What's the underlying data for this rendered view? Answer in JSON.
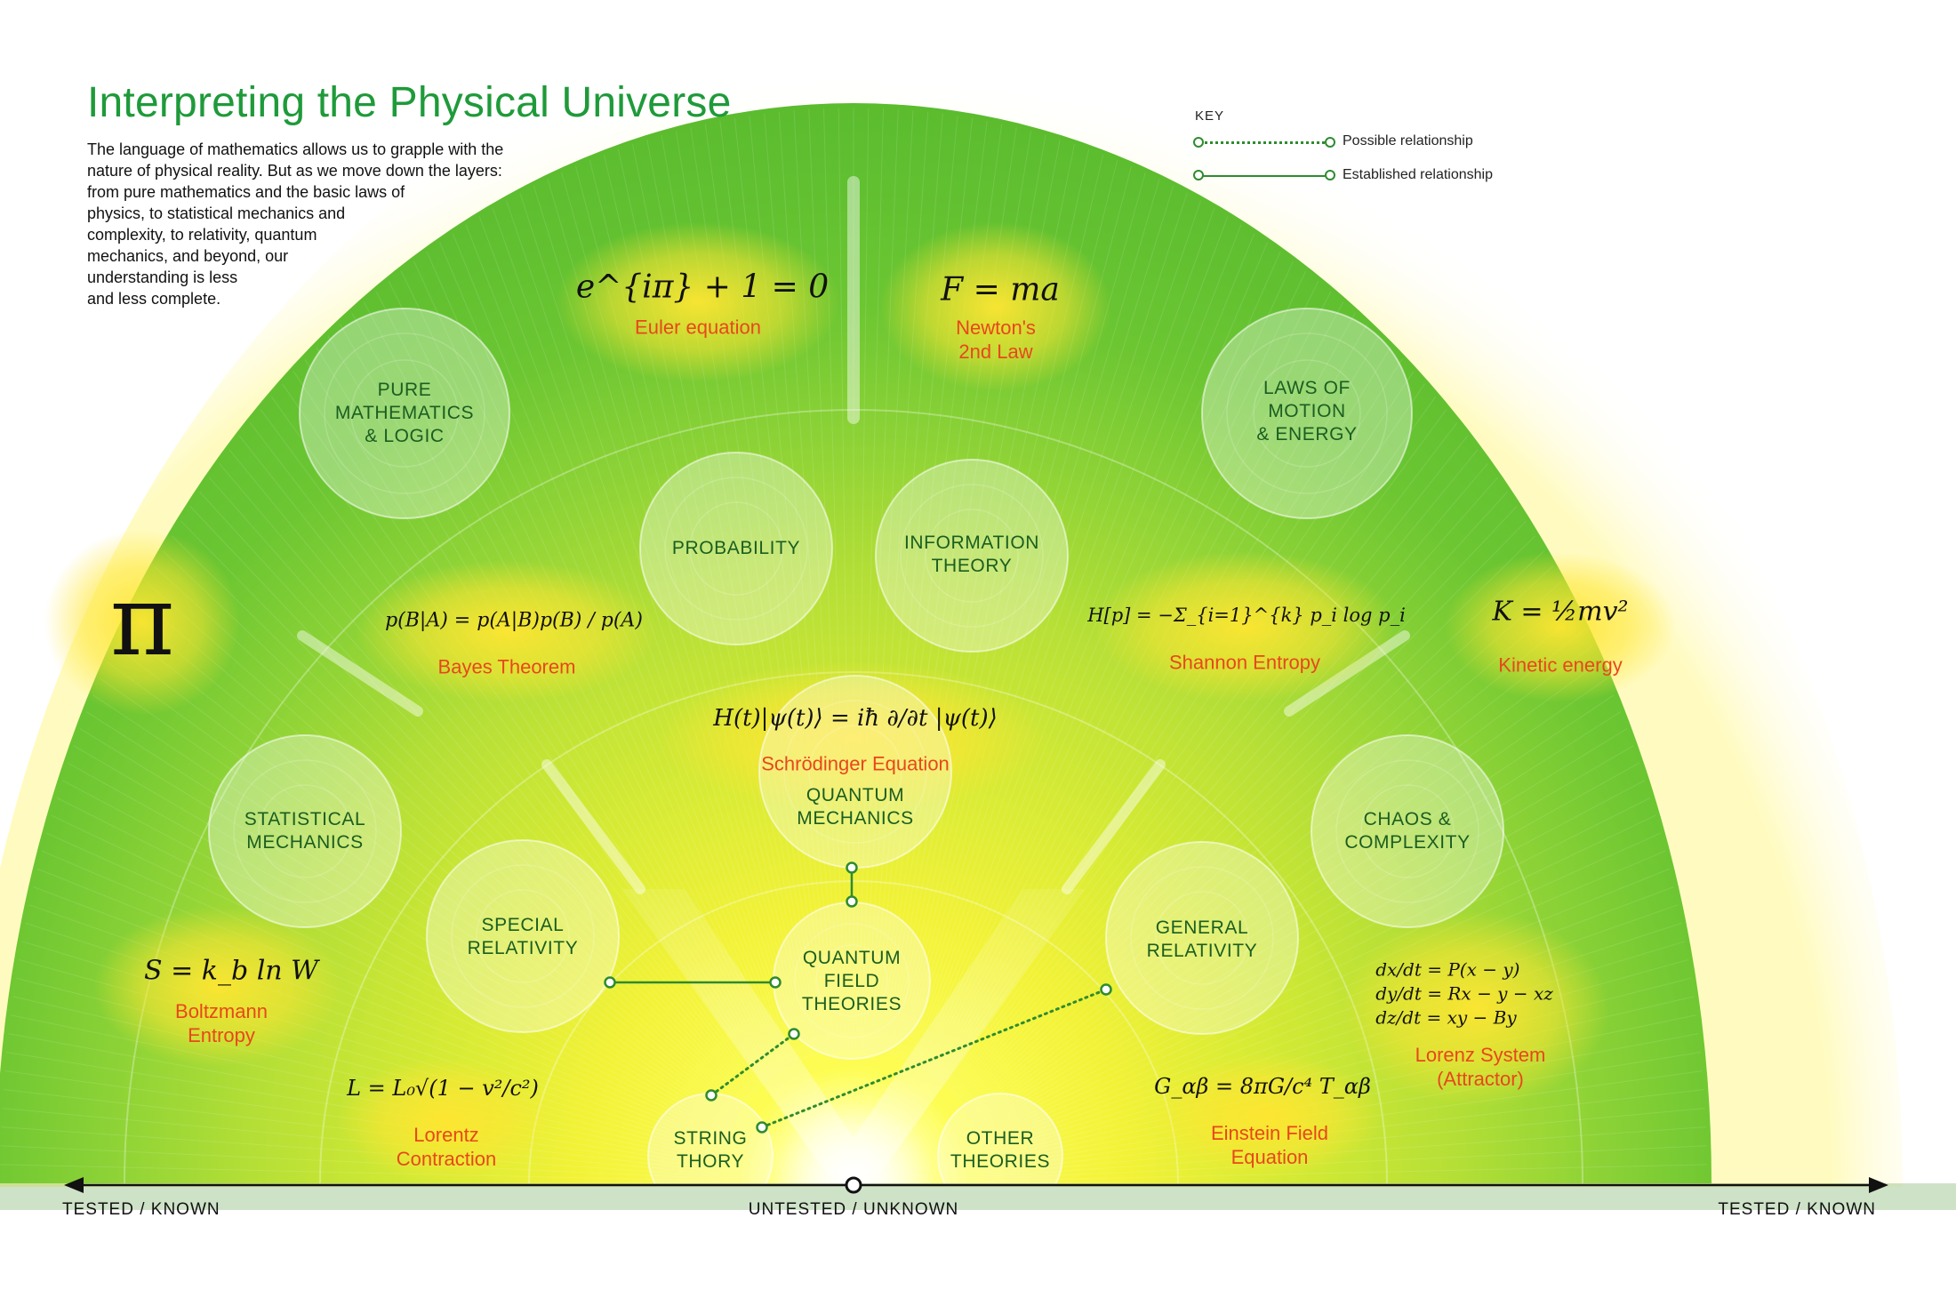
{
  "title": "Interpreting the Physical Universe",
  "intro_lines": [
    "The language of mathematics allows us to grapple with the",
    "nature of physical reality. But as we move down the layers:",
    "from pure mathematics and the basic laws of",
    "physics, to statistical mechanics and",
    "complexity, to relativity, quantum",
    "mechanics, and beyond, our",
    "understanding is less",
    "and less complete."
  ],
  "key": {
    "title": "KEY",
    "possible": "Possible relationship",
    "established": "Established relationship"
  },
  "nodes": {
    "pure_math": [
      "PURE",
      "MATHEMATICS",
      "& LOGIC"
    ],
    "laws_motion": [
      "LAWS OF",
      "MOTION",
      "& ENERGY"
    ],
    "probability": [
      "PROBABILITY"
    ],
    "information_theory": [
      "INFORMATION",
      "THEORY"
    ],
    "statistical_mechanics": [
      "STATISTICAL",
      "MECHANICS"
    ],
    "chaos": [
      "CHAOS &",
      "COMPLEXITY"
    ],
    "quantum_mechanics": [
      "QUANTUM",
      "MECHANICS"
    ],
    "special_relativity": [
      "SPECIAL",
      "RELATIVITY"
    ],
    "general_relativity": [
      "GENERAL",
      "RELATIVITY"
    ],
    "qft": [
      "QUANTUM",
      "FIELD",
      "THEORIES"
    ],
    "string_theory": [
      "STRING",
      "THORY"
    ],
    "other_theories": [
      "OTHER",
      "THEORIES"
    ]
  },
  "equations": {
    "euler": {
      "formula": "e^{iπ} + 1 = 0",
      "name": [
        "Euler equation"
      ]
    },
    "newton": {
      "formula": "F = ma",
      "name": [
        "Newton's",
        "2nd Law"
      ]
    },
    "pi": {
      "formula": "π"
    },
    "bayes": {
      "formula": "p(B|A) = p(A|B)p(B) / p(A)",
      "name": [
        "Bayes Theorem"
      ]
    },
    "shannon": {
      "formula": "H[p] = −Σ_{i=1}^{k} p_i log p_i",
      "name": [
        "Shannon Entropy"
      ]
    },
    "kinetic": {
      "formula": "K = ½mv²",
      "name": [
        "Kinetic energy"
      ]
    },
    "schrodinger": {
      "formula": "H(t)|ψ(t)⟩ = iħ ∂/∂t |ψ(t)⟩",
      "name": [
        "Schrödinger Equation"
      ]
    },
    "boltzmann": {
      "formula": "S = k_b ln W",
      "name": [
        "Boltzmann",
        "Entropy"
      ]
    },
    "lorentz_contraction": {
      "formula": "L = L₀√(1 − v²/c²)",
      "name": [
        "Lorentz",
        "Contraction"
      ]
    },
    "einstein": {
      "formula": "G_αβ = 8πG/c⁴ T_αβ",
      "name": [
        "Einstein Field",
        "Equation"
      ]
    },
    "lorenz_system": {
      "lines": [
        "dx/dt = P(x − y)",
        "dy/dt = Rx − y − xz",
        "dz/dt = xy − By"
      ],
      "name": [
        "Lorenz System",
        "(Attractor)"
      ]
    }
  },
  "relationships": [
    {
      "from": "quantum_mechanics",
      "to": "qft",
      "type": "established"
    },
    {
      "from": "special_relativity",
      "to": "qft",
      "type": "established"
    },
    {
      "from": "string_theory",
      "to": "qft",
      "type": "possible"
    },
    {
      "from": "string_theory",
      "to": "general_relativity",
      "type": "possible"
    }
  ],
  "axis": {
    "left": "TESTED / KNOWN",
    "center": "UNTESTED / UNKNOWN",
    "right": "TESTED / KNOWN"
  },
  "colors": {
    "title": "#1f9a3a",
    "node_text": "#1b5e20",
    "equation_name": "#e8471b",
    "outer_band": "#62c232",
    "inner_glow": "#ffff3c",
    "relationship_line": "#2e8b2e"
  }
}
